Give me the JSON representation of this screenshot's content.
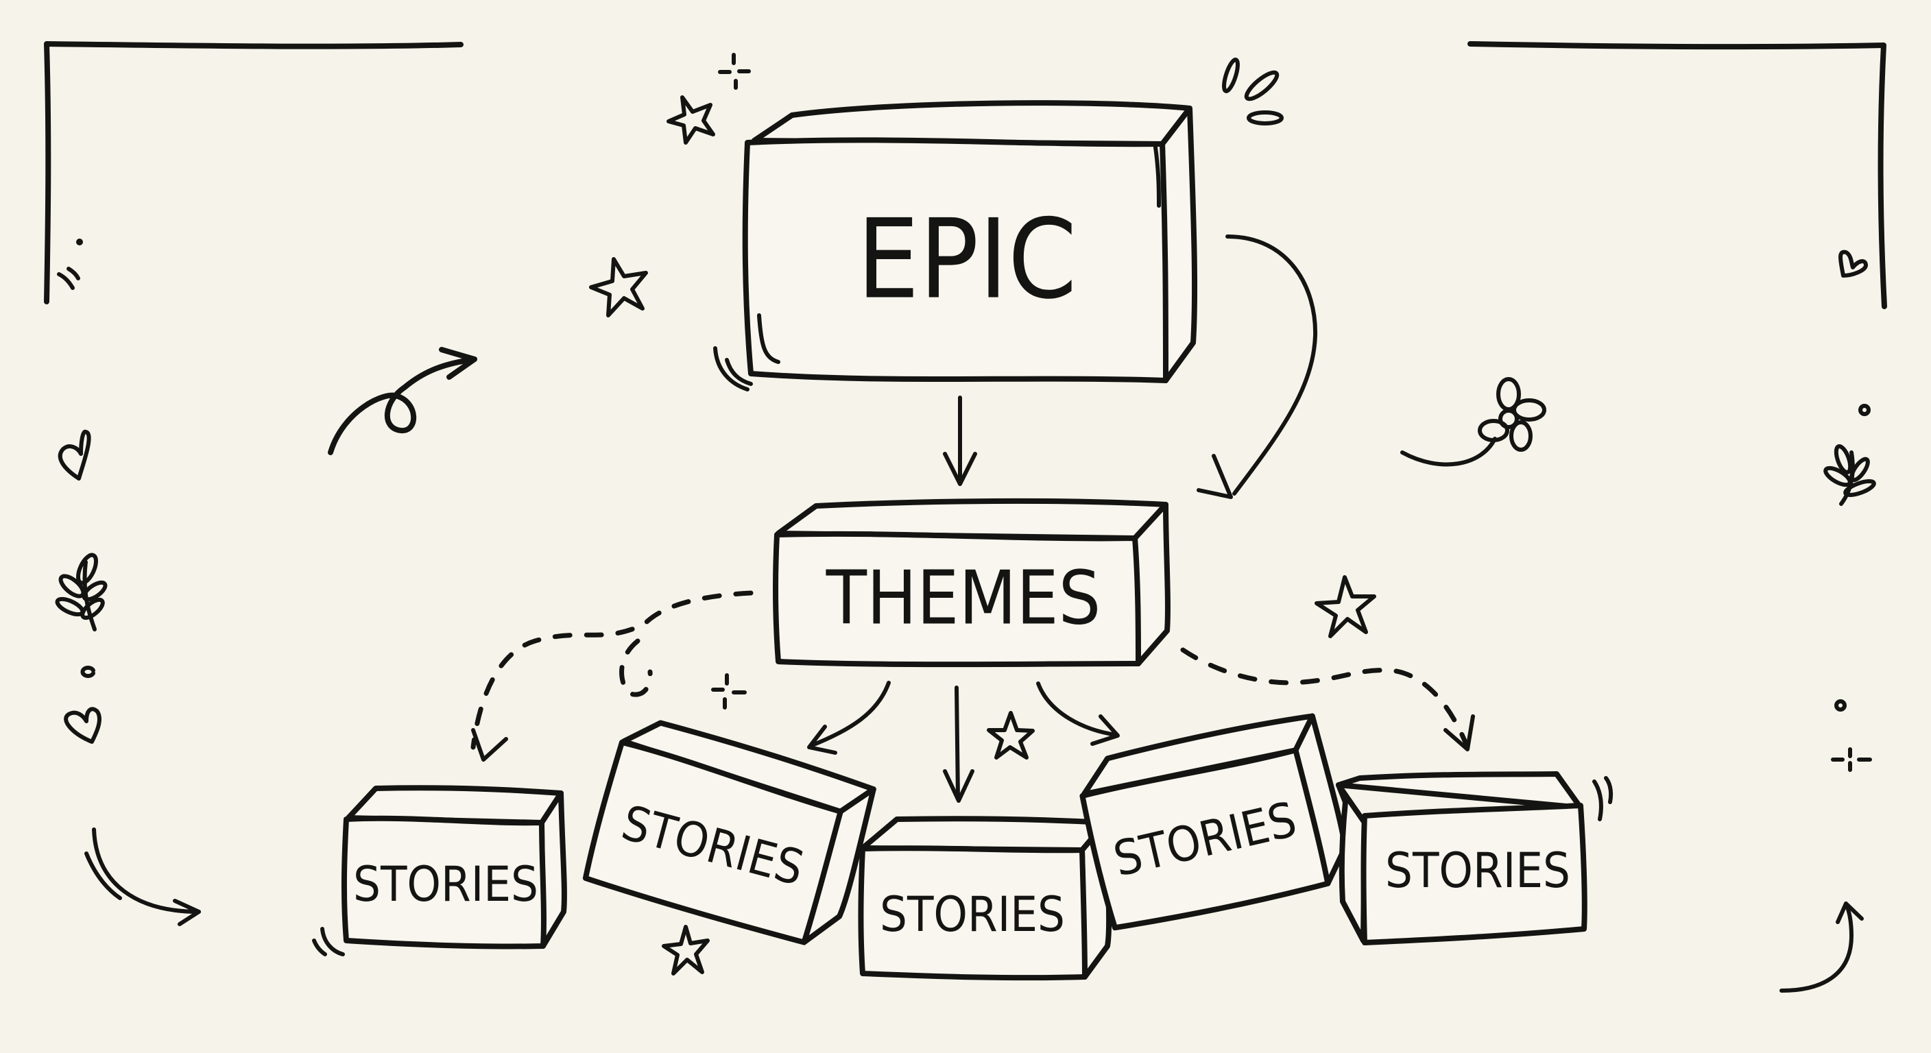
{
  "diagram": {
    "type": "hierarchy",
    "style": "hand-drawn sketch",
    "colors": {
      "background": "#f6f4ea",
      "ink": "#141412",
      "box_fill": "#f8f6ee"
    },
    "epic": {
      "label": "EPIC"
    },
    "themes": {
      "label": "THEMES"
    },
    "stories": [
      {
        "label": "STORIES"
      },
      {
        "label": "STORIES"
      },
      {
        "label": "STORIES"
      },
      {
        "label": "STORIES"
      },
      {
        "label": "STORIES"
      }
    ],
    "edges": [
      {
        "from": "EPIC",
        "to": "THEMES",
        "style": "solid-straight"
      },
      {
        "from": "EPIC",
        "to": "THEMES",
        "style": "solid-curved"
      },
      {
        "from": "THEMES",
        "to": "STORIES 1",
        "style": "dashed"
      },
      {
        "from": "THEMES",
        "to": "STORIES 2",
        "style": "solid-curved"
      },
      {
        "from": "THEMES",
        "to": "STORIES 3",
        "style": "solid-straight"
      },
      {
        "from": "THEMES",
        "to": "STORIES 4",
        "style": "solid-curved"
      },
      {
        "from": "THEMES",
        "to": "STORIES 5",
        "style": "dashed"
      }
    ],
    "decorations": [
      "star-icon",
      "sparkle-icon",
      "heart-icon",
      "flower-icon",
      "leaf-sprig-icon",
      "loop-arrow-icon",
      "motion-lines",
      "corner-brackets"
    ]
  }
}
